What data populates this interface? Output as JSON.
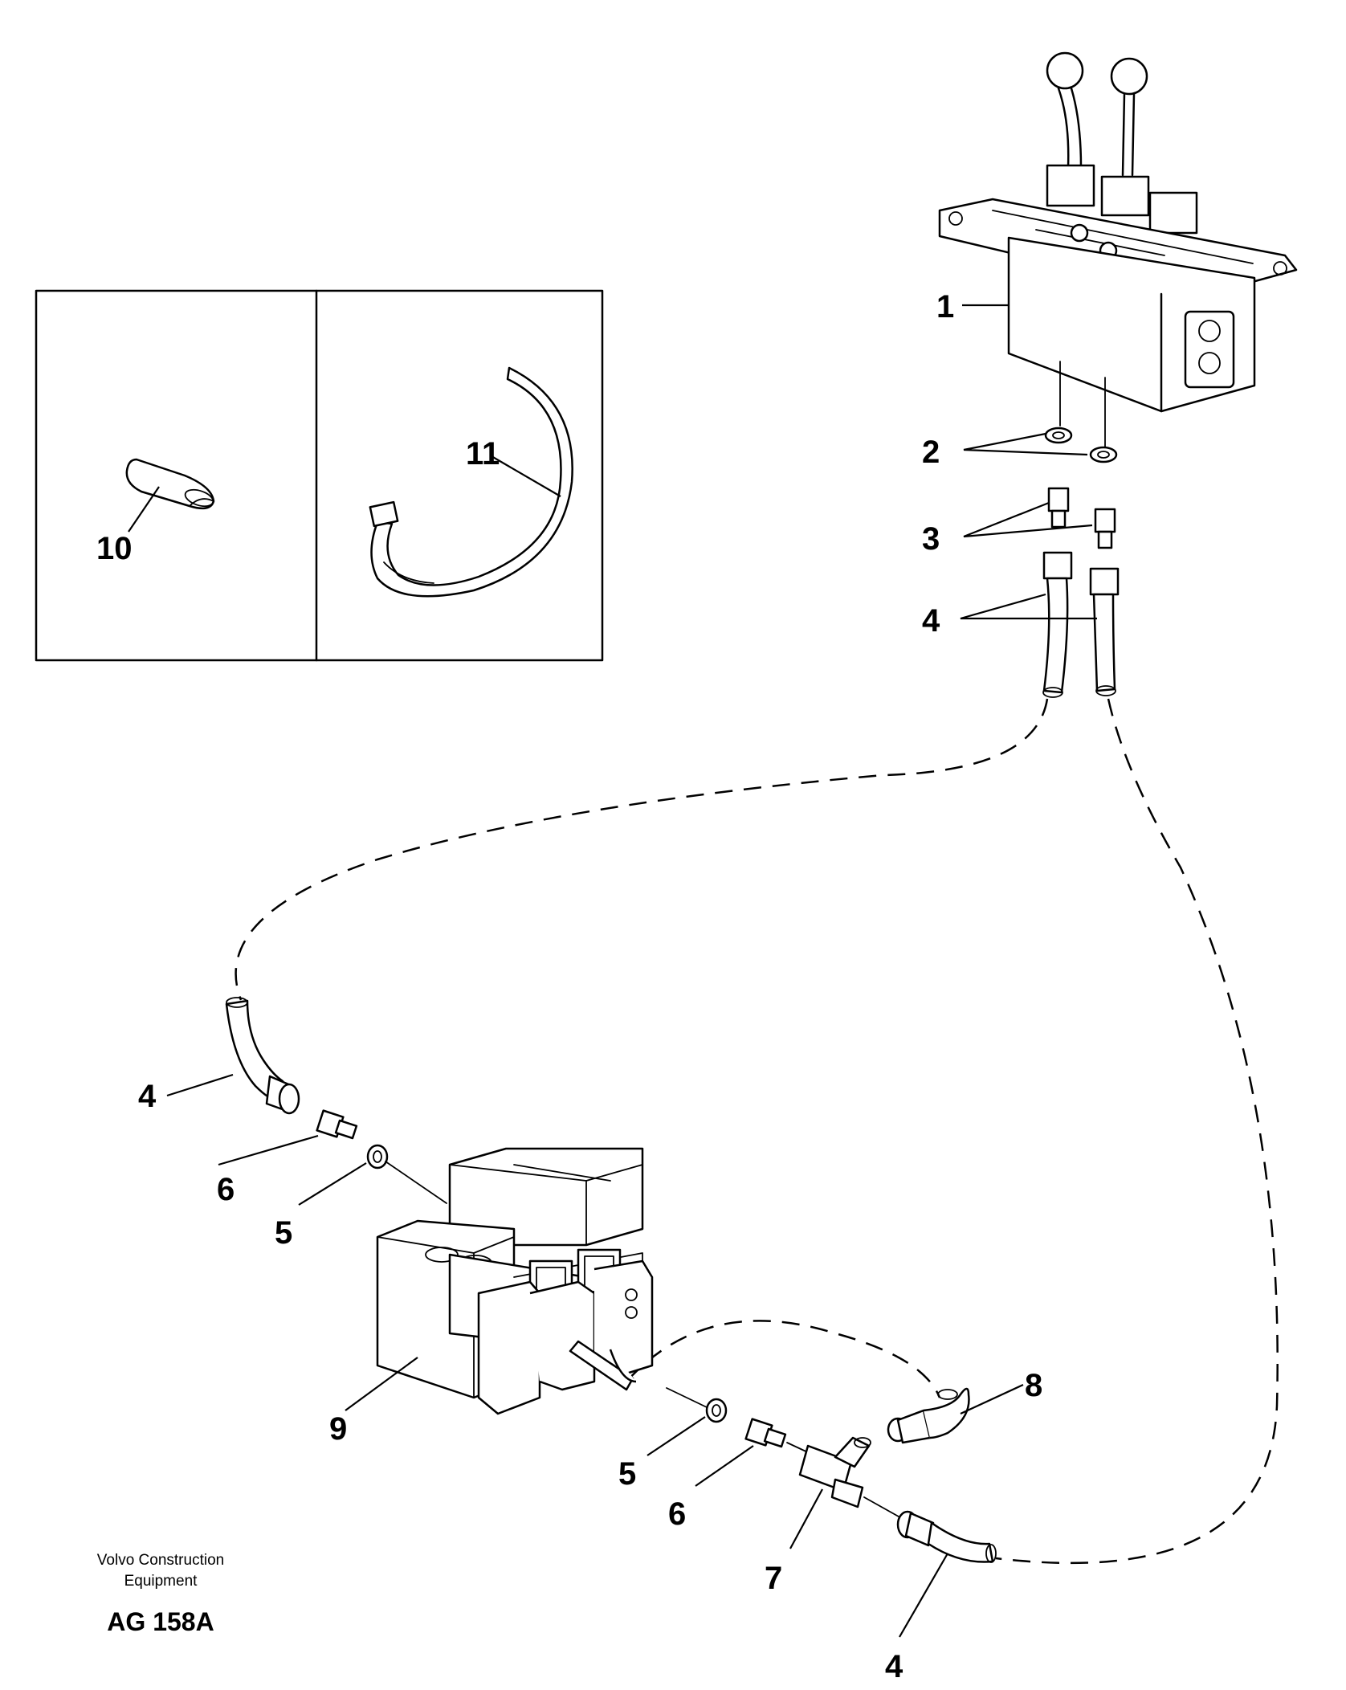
{
  "callouts": {
    "c1": "1",
    "c2": "2",
    "c3": "3",
    "c4a": "4",
    "c4b": "4",
    "c4c": "4",
    "c5a": "5",
    "c5b": "5",
    "c6a": "6",
    "c6b": "6",
    "c7": "7",
    "c8": "8",
    "c9": "9",
    "c10": "10",
    "c11": "11"
  },
  "footer": {
    "company_line1": "Volvo Construction",
    "company_line2": "Equipment",
    "drawing_code": "AG 158A"
  }
}
